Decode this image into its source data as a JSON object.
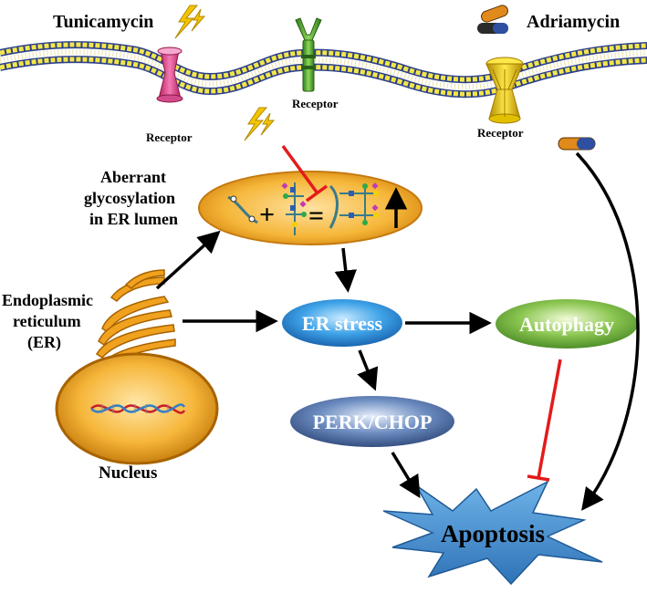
{
  "labels": {
    "tunicamycin": "Tunicamycin",
    "adriamycin": "Adriamycin",
    "receptor_left": "Receptor",
    "receptor_middle": "Receptor",
    "receptor_right": "Receptor",
    "aberrant_1": "Aberrant",
    "aberrant_2": "glycosylation",
    "aberrant_3": "in ER lumen",
    "er_1": "Endoplasmic",
    "er_2": "reticulum",
    "er_3": "(ER)",
    "nucleus": "Nucleus"
  },
  "nodes": {
    "er_stress": "ER stress",
    "autophagy": "Autophagy",
    "perk_chop": "PERK/CHOP",
    "apoptosis": "Apoptosis"
  },
  "colors": {
    "membrane_head": "#f2e64a",
    "membrane_edge": "#2c3f8c",
    "er_stress_fill": "#3fa3e8",
    "autophagy_fill": "#7fbf4a",
    "perk_fill": "#5a7bb0",
    "apoptosis_fill": "#3b86c9",
    "inhibit": "#e31b1b",
    "arrow": "#000000",
    "orange": "#f0a21e"
  },
  "icons": [
    "lightning-icon",
    "capsule-icon",
    "receptor-channel-icon",
    "y-receptor-icon",
    "funnel-receptor-icon",
    "dna-icon",
    "glycan-icon"
  ]
}
